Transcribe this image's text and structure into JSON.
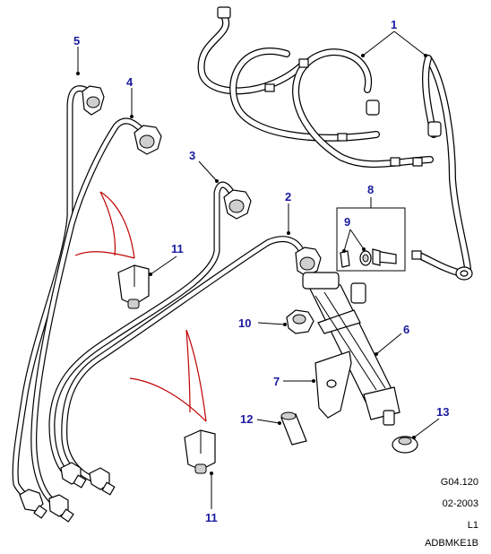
{
  "callouts": {
    "c1": "1",
    "c2": "2",
    "c3": "3",
    "c4": "4",
    "c5": "5",
    "c6": "6",
    "c7": "7",
    "c8": "8",
    "c9": "9",
    "c10": "10",
    "c11a": "11",
    "c11b": "11",
    "c12": "12",
    "c13": "13"
  },
  "meta": {
    "ref": "G04.120",
    "date": "02-2003",
    "level": "L1",
    "code": "ADBMKE1B"
  },
  "colors": {
    "callout": "#1a1aa0",
    "line": "#000000",
    "clip_outline": "#c00000"
  }
}
